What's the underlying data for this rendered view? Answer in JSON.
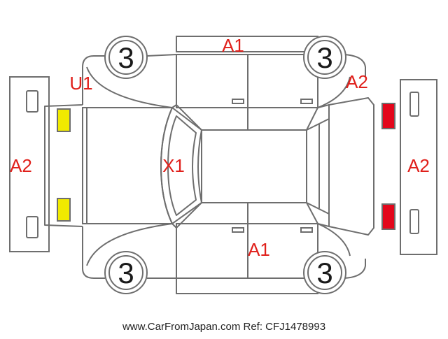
{
  "diagram": {
    "wheel_grades": {
      "front_left": "3",
      "front_right": "3",
      "rear_left": "3",
      "rear_right": "3"
    },
    "damage_codes": {
      "top_doors": "A1",
      "bottom_doors": "A1",
      "front_bumper": "A2",
      "rear_bumper": "A2",
      "front_left_fender": "U1",
      "front_right_area": "A2",
      "roof": "X1"
    },
    "lamps": {
      "front_color": "#f0ea00",
      "rear_color": "#e3061b"
    },
    "footer_text": "www.CarFromJapan.com Ref: CFJ1478993"
  }
}
